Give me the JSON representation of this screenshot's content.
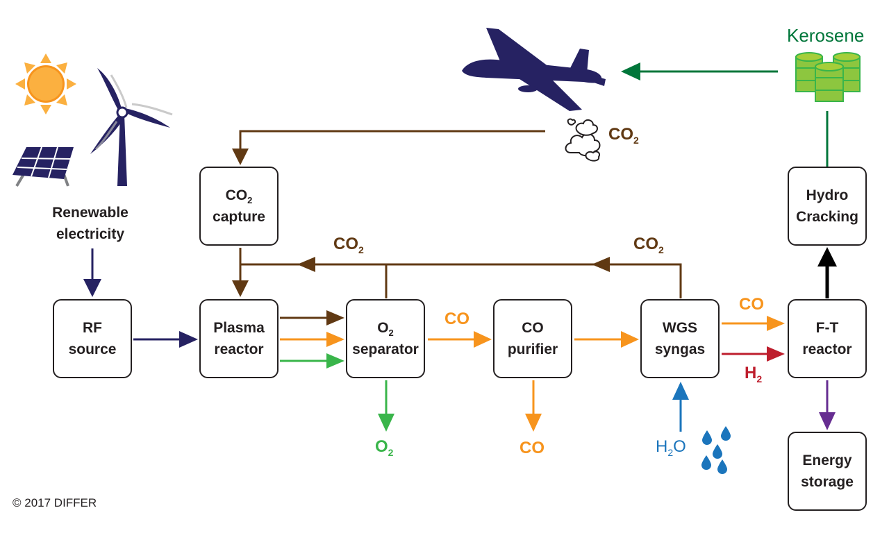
{
  "boxes": {
    "rf_source": {
      "line1": "RF",
      "line2": "source"
    },
    "plasma_reactor": {
      "line1": "Plasma",
      "line2": "reactor"
    },
    "o2_separator": {
      "line1_main": "O",
      "line1_sub": "2",
      "line2": "separator"
    },
    "co_purifier": {
      "line1": "CO",
      "line2": "purifier"
    },
    "wgs_syngas": {
      "line1": "WGS",
      "line2": "syngas"
    },
    "ft_reactor": {
      "line1": "F-T",
      "line2": "reactor"
    },
    "co2_capture": {
      "line1_main": "CO",
      "line1_sub": "2",
      "line2": "capture"
    },
    "hydro_cracking": {
      "line1": "Hydro",
      "line2": "Cracking"
    },
    "energy_storage": {
      "line1": "Energy",
      "line2": "storage"
    }
  },
  "labels": {
    "renewable": {
      "line1": "Renewable",
      "line2": "electricity"
    },
    "kerosene": "Kerosene",
    "co2_main": "CO",
    "co2_sub": "2",
    "co": "CO",
    "o2_main": "O",
    "o2_sub": "2",
    "h2_main": "H",
    "h2_sub": "2",
    "h2o_main": "H",
    "h2o_sub": "2",
    "h2o_end": "O"
  },
  "copyright": "© 2017 DIFFER",
  "colors": {
    "navy": "#262262",
    "brown": "#603913",
    "orange": "#f7941d",
    "green": "#39b54a",
    "red": "#be1e2d",
    "blue": "#1b75bc",
    "purple": "#662d91",
    "kerosene_green": "#00763a",
    "black": "#000000"
  },
  "icons": [
    "sun-icon",
    "wind-turbine-icon",
    "solar-panel-icon",
    "airplane-icon",
    "exhaust-cloud-icon",
    "fuel-barrels-icon",
    "water-drops-icon"
  ]
}
